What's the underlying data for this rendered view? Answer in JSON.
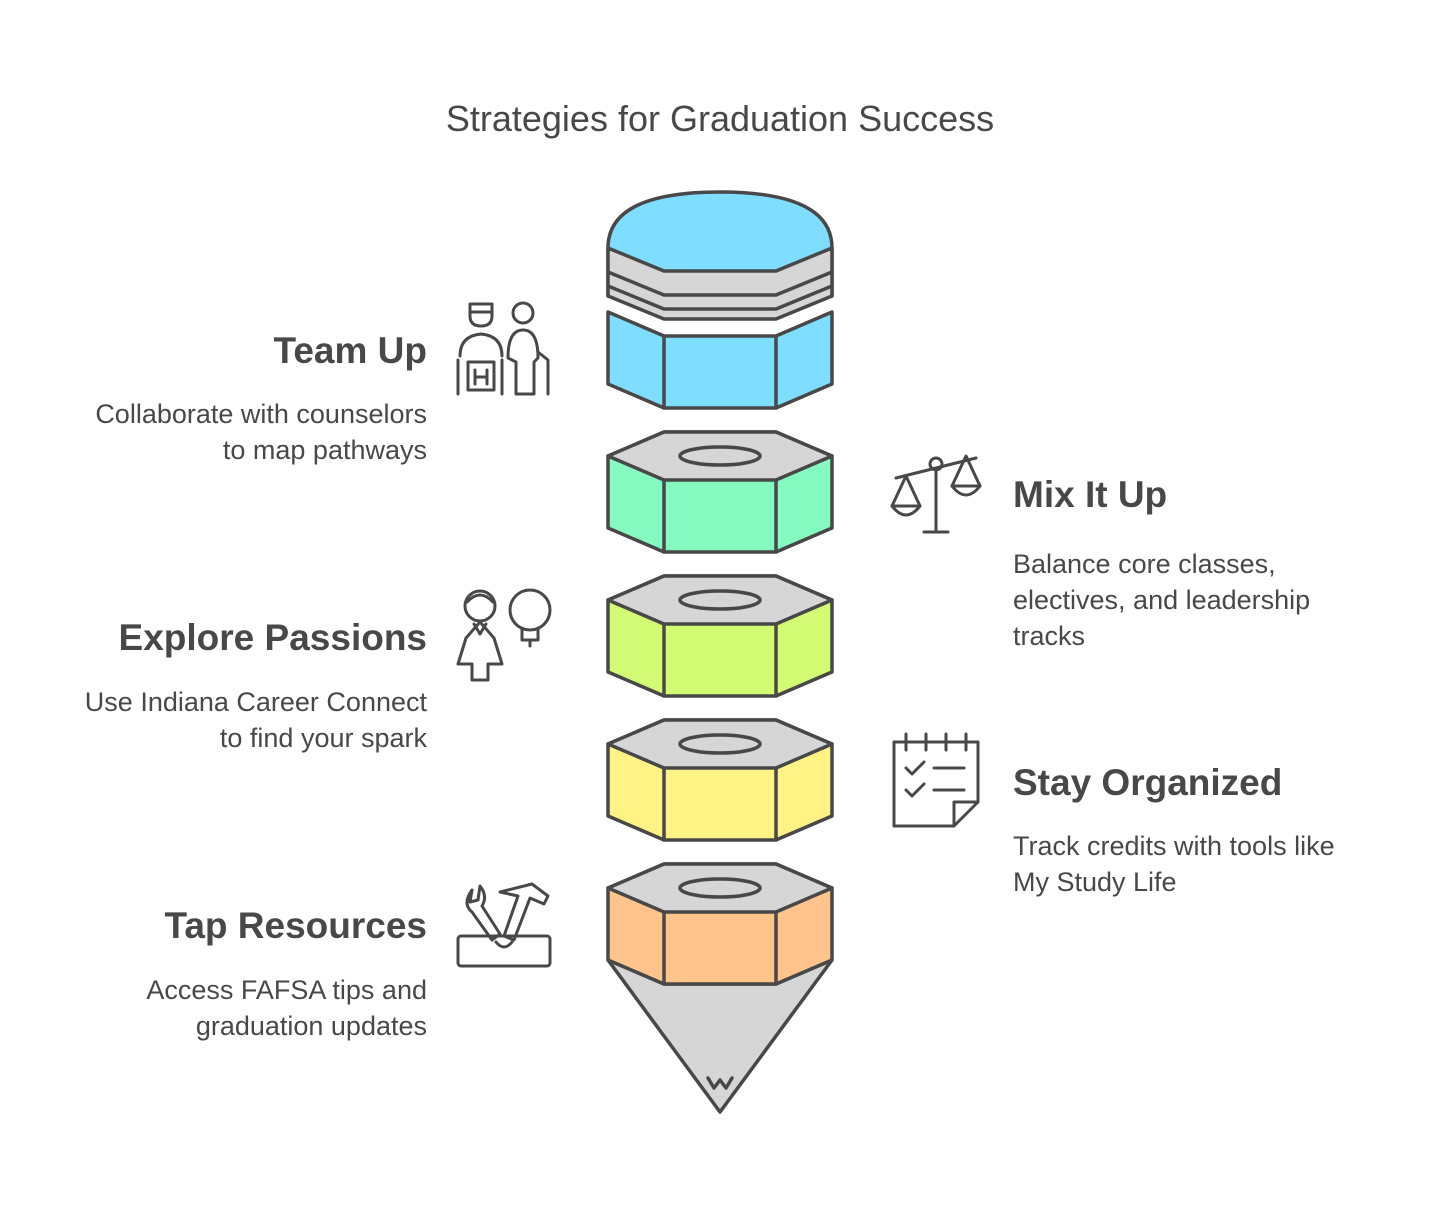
{
  "title": "Strategies for Graduation Success",
  "colors": {
    "cap": "#7fdeff",
    "segment_green": "#85fac0",
    "segment_lime": "#d3fc74",
    "segment_yellow": "#fef384",
    "segment_orange": "#ffc48c",
    "gray": "#d6d6d6",
    "stroke": "#484848"
  },
  "items": [
    {
      "label": "Team Up",
      "icon": "counselor-student-icon",
      "description": [
        "Collaborate with counselors",
        "to map pathways"
      ]
    },
    {
      "label": "Mix It Up",
      "icon": "balance-scale-icon",
      "description": [
        "Balance core classes,",
        "electives, and leadership",
        "tracks"
      ]
    },
    {
      "label": "Explore Passions",
      "icon": "person-lightbulb-icon",
      "description": [
        "Use Indiana Career Connect",
        "to find your spark"
      ]
    },
    {
      "label": "Stay Organized",
      "icon": "checklist-calendar-icon",
      "description": [
        "Track credits with tools like",
        "My Study Life"
      ]
    },
    {
      "label": "Tap Resources",
      "icon": "toolbox-icon",
      "description": [
        "Access FAFSA tips and",
        "graduation updates"
      ]
    }
  ]
}
